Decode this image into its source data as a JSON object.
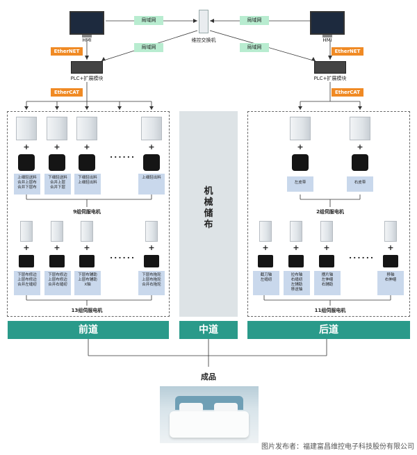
{
  "network": {
    "hmi_label": "HMI",
    "lan_label": "局域网",
    "switch_label": "维控交换机",
    "ethernet_label": "EtherNET",
    "plc_label": "PLC+扩展模块",
    "ethercat_label": "EtherCAT"
  },
  "sections": {
    "front": {
      "title": "前道",
      "top_group_label": "9组伺服电机",
      "bottom_group_label": "13组伺服电机",
      "top_items": [
        "上细轻送料\n合并上层布\n合并下层布",
        "下细轻送料\n合并上层\n合并下层",
        "下细轻出料\n上细轻出料",
        "上细轻出料"
      ],
      "bottom_items": [
        "下层布修边\n上层布修边\n合并左缝纫",
        "下层布修边\n上层布修边\n合并右缝纫",
        "下层布辅助\n上层布辅助\nX轴",
        "下层布拖轮\n上层布拖轮\n合并右拖轮"
      ]
    },
    "middle": {
      "title": "中道",
      "storage_label": "机械储布"
    },
    "back": {
      "title": "后道",
      "top_group_label": "2组伺服电机",
      "bottom_group_label": "11组伺服电机",
      "top_items": [
        "左皮带",
        "右皮带"
      ],
      "bottom_items": [
        "截刀轴\n左缝纫",
        "拉布轴\n右缝纫\n左辅助\n移送轴",
        "摆片轴\n左伸缩\n右辅助",
        "移轴\n右伸缩"
      ]
    }
  },
  "dots": "......",
  "plus": "+",
  "product_label": "成品",
  "watermark": "图片发布者：福建富昌维控电子科技股份有限公司",
  "colors": {
    "accent": "#2a9a8a",
    "lan_tag": "#b8ecd0",
    "bus_tag": "#f08a24",
    "desc_box": "#c9d8ec"
  }
}
